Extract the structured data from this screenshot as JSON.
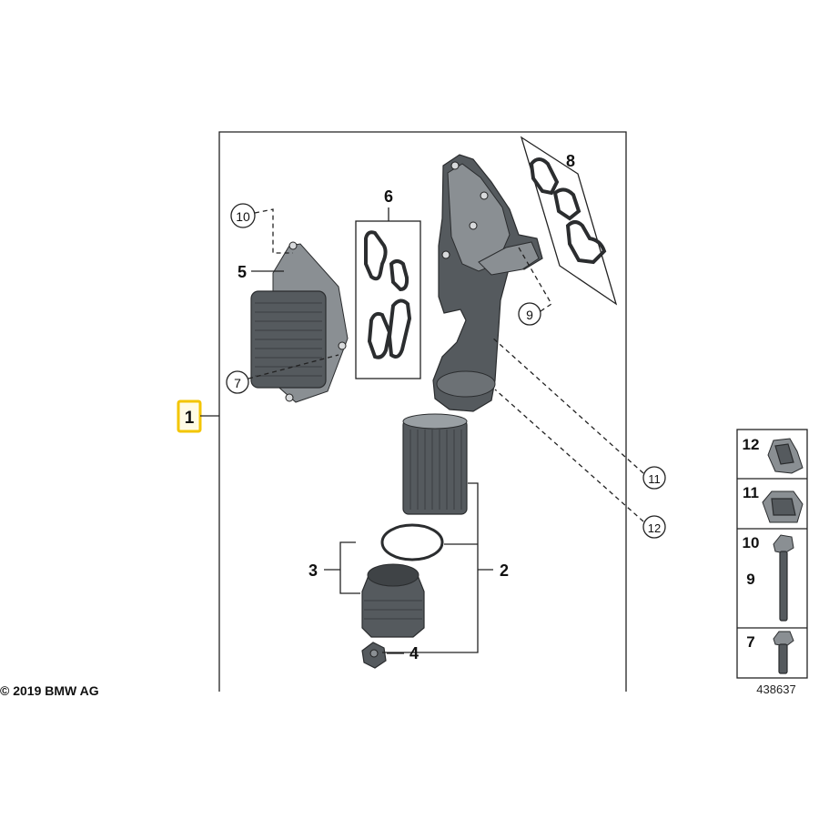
{
  "copyright": "© 2019 BMW AG",
  "diagram_number": "438637",
  "main_assembly_label": "1",
  "highlight_color": "#f3c500",
  "labels": {
    "l2": "2",
    "l3": "3",
    "l4": "4",
    "l5": "5",
    "l6": "6",
    "l7": "7",
    "l8": "8",
    "l9": "9",
    "l10": "10",
    "l11": "11",
    "l12": "12"
  },
  "side_panel": {
    "row12": "12",
    "row11": "11",
    "row10": "10",
    "row9": "9",
    "row7": "7"
  }
}
